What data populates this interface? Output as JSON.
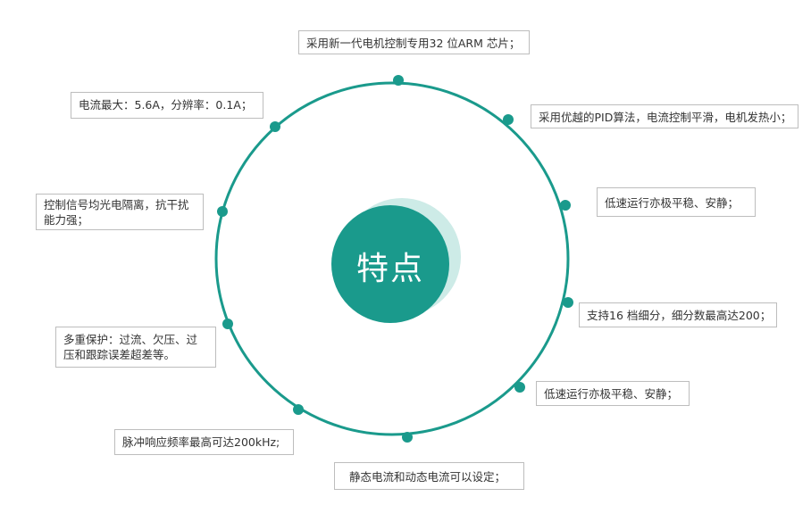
{
  "center": {
    "title": "特点"
  },
  "colors": {
    "ring": "#1a9a8c",
    "center_fill": "#1a9a8c",
    "halo": "#cdebe7",
    "box_border": "#bdbdbd",
    "text": "#333333"
  },
  "features": [
    "采用新一代电机控制专用32 位ARM 芯片；",
    "采用优越的PID算法，电流控制平滑，电机发热小；",
    "低速运行亦极平稳、安静；",
    "支持16 档细分，细分数最高达200；",
    "低速运行亦极平稳、安静；",
    "静态电流和动态电流可以设定；",
    "脉冲响应频率最高可达200kHz;",
    "多重保护：过流、欠压、过压和跟踪误差超差等。",
    "控制信号均光电隔离，抗干扰能力强；",
    "电流最大：5.6A，分辨率：0.1A；"
  ]
}
